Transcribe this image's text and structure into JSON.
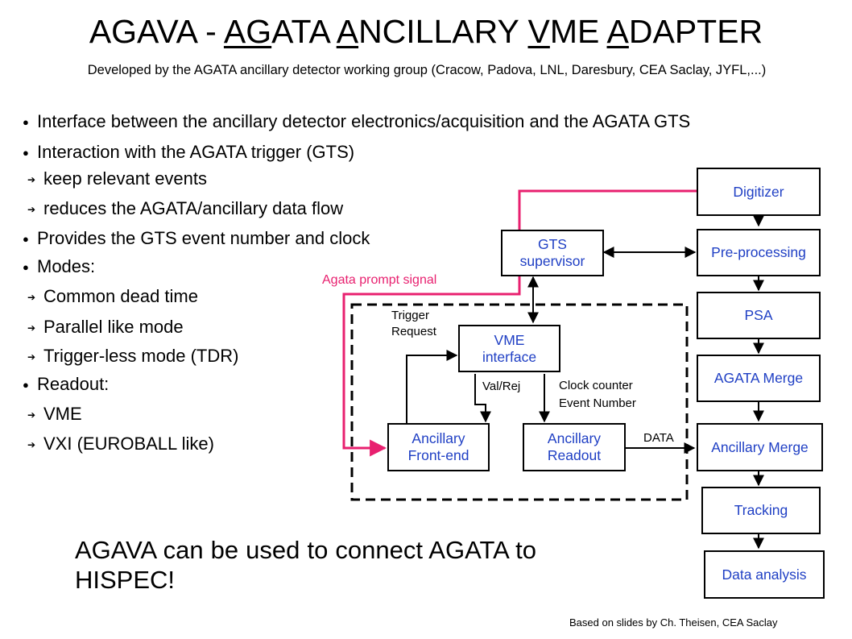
{
  "title": {
    "prefix": "AGAVA - ",
    "u1": "AG",
    "t1": "ATA ",
    "u2": "A",
    "t2": "NCILLARY ",
    "u3": "V",
    "t3": "ME ",
    "u4": "A",
    "t4": "DAPTER"
  },
  "subtitle": "Developed by the AGATA ancillary detector working group (Cracow, Padova, LNL, Daresbury, CEA Saclay, JYFL,...)",
  "bullets": [
    {
      "level": 1,
      "text": "Interface between the ancillary detector electronics/acquisition and the AGATA GTS"
    },
    {
      "level": 1,
      "text": "Interaction with the AGATA trigger (GTS)"
    },
    {
      "level": 2,
      "text": "keep relevant events"
    },
    {
      "level": 2,
      "text": "reduces the AGATA/ancillary data flow"
    },
    {
      "level": 1,
      "text": "Provides the GTS event number and clock"
    },
    {
      "level": 1,
      "text": "Modes:"
    },
    {
      "level": 2,
      "text": "Common dead time"
    },
    {
      "level": 2,
      "text": "Parallel like mode"
    },
    {
      "level": 2,
      "text": "Trigger-less mode (TDR)"
    },
    {
      "level": 1,
      "text": "Readout:"
    },
    {
      "level": 2,
      "text": "VME"
    },
    {
      "level": 2,
      "text": "VXI (EUROBALL like)"
    }
  ],
  "bullet_marks": {
    "level1": "●",
    "level2": "➔"
  },
  "diagram": {
    "boxes": {
      "gts_supervisor": "GTS\nsupervisor",
      "vme_interface": "VME\ninterface",
      "ancillary_frontend": "Ancillary\nFront-end",
      "ancillary_readout": "Ancillary\nReadout",
      "digitizer": "Digitizer",
      "preprocessing": "Pre-processing",
      "psa": "PSA",
      "agata_merge": "AGATA Merge",
      "ancillary_merge": "Ancillary Merge",
      "tracking": "Tracking",
      "data_analysis": "Data analysis"
    },
    "labels": {
      "prompt_signal": "Agata prompt signal",
      "trigger_request": "Trigger\nRequest",
      "val_rej": "Val/Rej",
      "clock_counter": "Clock counter\nEvent Number",
      "data": "DATA"
    },
    "colors": {
      "box_text": "#1f3fc4",
      "prompt_signal": "#e8206f"
    }
  },
  "conclusion": "AGAVA can be used to connect AGATA to HISPEC!",
  "credit": "Based on slides by Ch. Theisen, CEA Saclay"
}
